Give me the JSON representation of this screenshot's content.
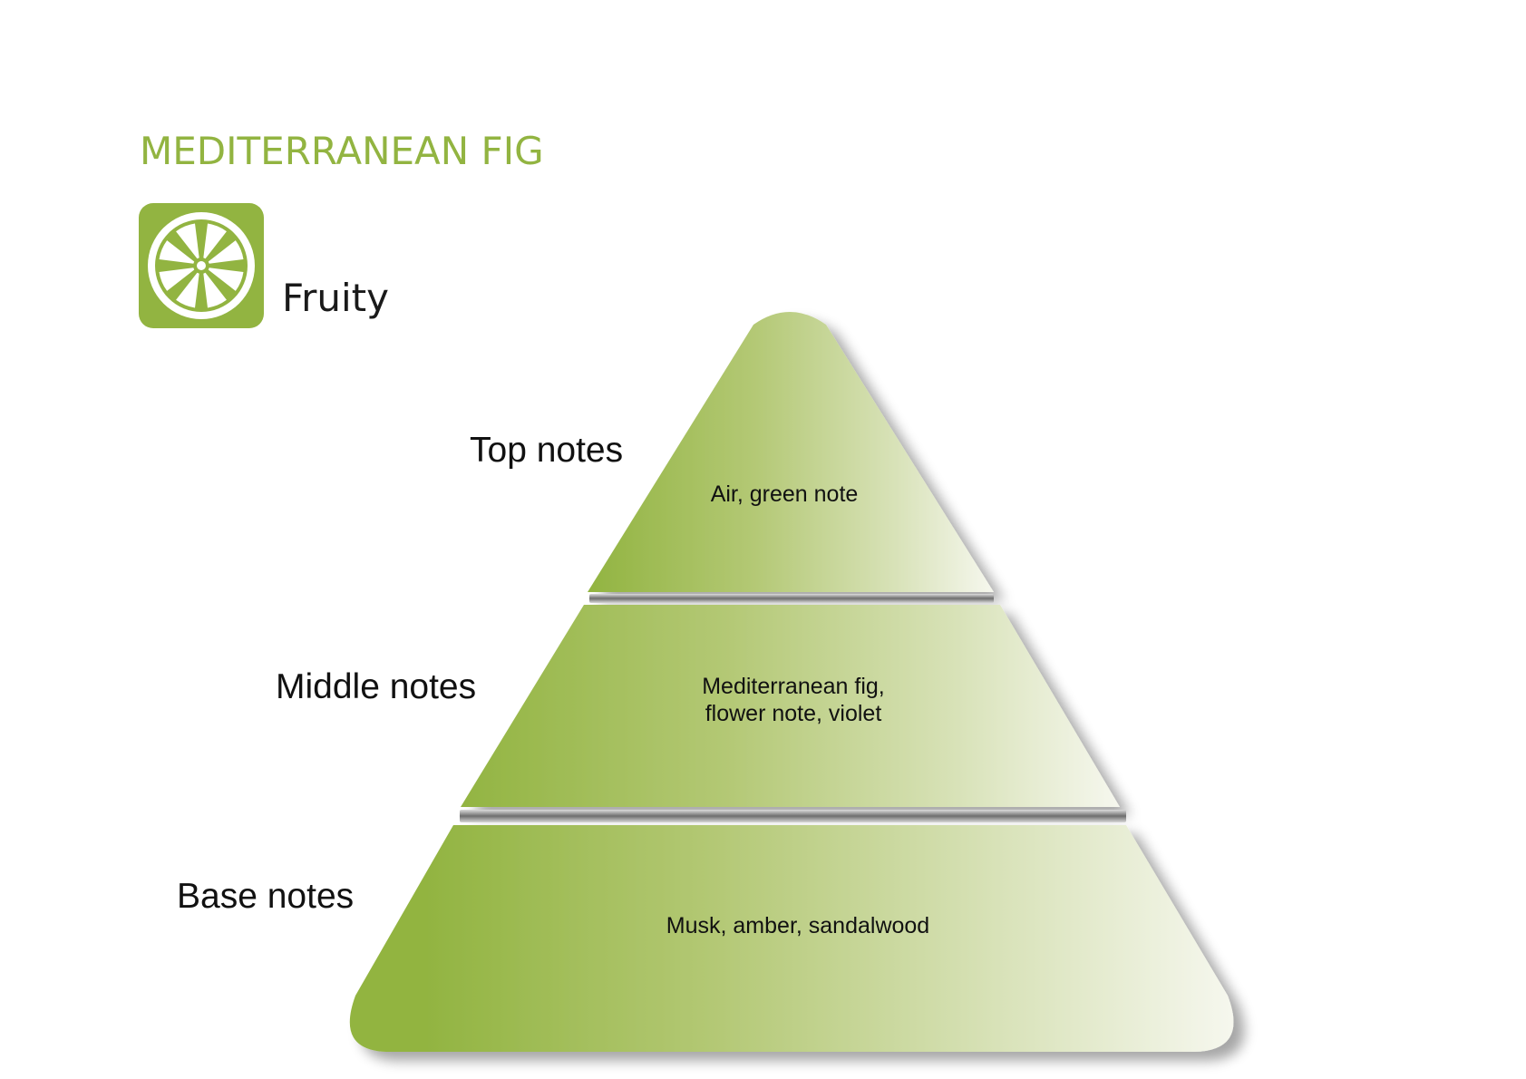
{
  "title": "MEDITERRANEAN FIG",
  "category": {
    "label": "Fruity",
    "icon": "citrus-slice-icon"
  },
  "pyramid": {
    "tiers": [
      {
        "label": "Top notes",
        "content": "Air, green note"
      },
      {
        "label": "Middle notes",
        "content": "Mediterranean fig,\nflower note, violet"
      },
      {
        "label": "Base notes",
        "content": "Musk, amber, sandalwood"
      }
    ]
  },
  "colors": {
    "accent": "#92b441",
    "gradient_start": "#92b441",
    "gradient_end": "#f7f8f0",
    "separator": "#7a7a7a"
  }
}
